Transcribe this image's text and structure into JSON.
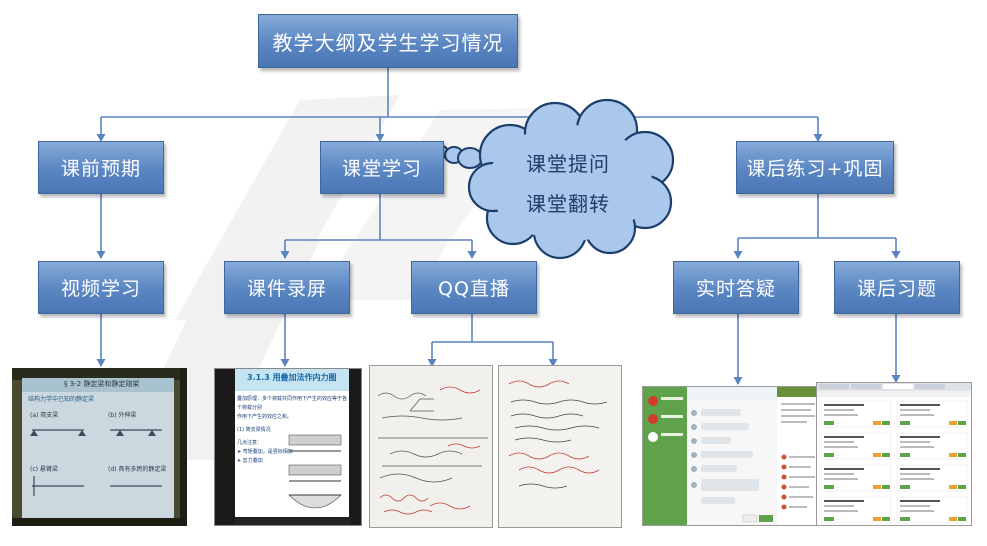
{
  "nodes": {
    "root": "教学大纲及学生学习情况",
    "pre_class": "课前预期",
    "in_class": "课堂学习",
    "after_class": "课后练习+巩固",
    "video": "视频学习",
    "courseware": "课件录屏",
    "qq_live": "QQ直播",
    "realtime_qa": "实时答疑",
    "homework": "课后习题"
  },
  "cloud": {
    "line1": "课堂提问",
    "line2": "课堂翻转"
  },
  "thumbnails": {
    "video_slide": {
      "header": "§ 3-2 静定梁和静定刚架",
      "caption": "结构力学中已知的静定梁",
      "labels": [
        "(a) 简支梁",
        "(b) 外伸梁",
        "(c) 悬臂梁",
        "(d) 具有多跨的静定梁"
      ]
    },
    "courseware_slide": {
      "title": "3.1.3 用叠加法作内力图",
      "lines": [
        "叠加原理：多个荷载共同作用下产生的效应等于各个荷载分别",
        "作用下产生的效应之和。",
        "(1) 简支梁情况",
        "几点注意：",
        "➤ 弯矩叠加，是竖标相加",
        "➤ 剪力叠加"
      ]
    }
  },
  "colors": {
    "node_fill": "#5f8ac5",
    "connector": "#5b83bf",
    "cloud_fill": "#a9c8ec",
    "cloud_stroke": "#1c3e6c"
  }
}
